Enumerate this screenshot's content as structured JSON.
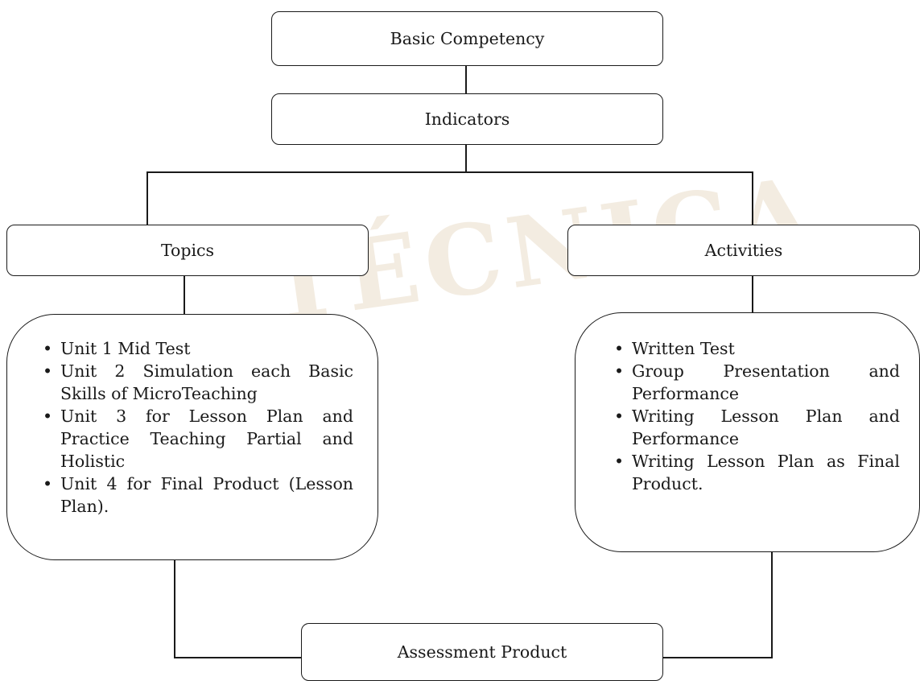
{
  "nodes": {
    "basic_competency": "Basic Competency",
    "indicators": "Indicators",
    "topics": "Topics",
    "activities": "Activities",
    "assessment_product": "Assessment Product"
  },
  "topics_list": [
    "Unit 1 Mid Test",
    "Unit 2 Simulation each Basic Skills of MicroTeaching",
    "Unit 3 for Lesson Plan and Practice Teaching Partial and Holistic",
    "Unit 4 for Final Product (Lesson Plan)."
  ],
  "activities_list": [
    "Written Test",
    "Group Presentation and Performance",
    "Writing Lesson Plan and Performance",
    "Writing Lesson Plan as Final Product."
  ],
  "watermark": {
    "text": "TÉCNICA",
    "color": "#f3ece1"
  },
  "colors": {
    "line": "#1a1a1a",
    "background": "#ffffff"
  }
}
